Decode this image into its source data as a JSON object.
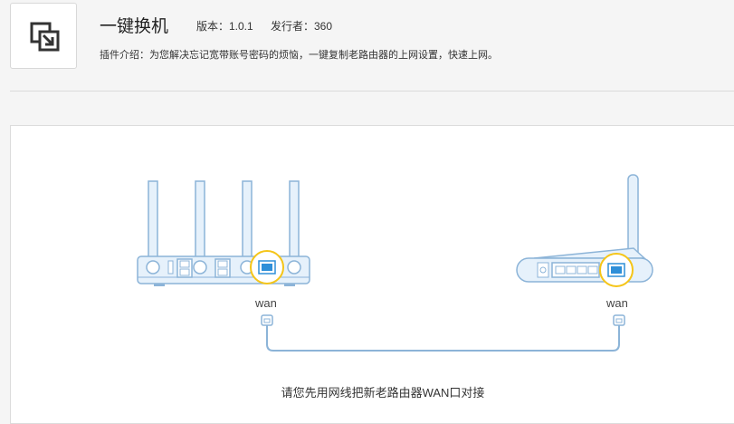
{
  "plugin": {
    "name": "一键换机",
    "version": "版本：1.0.1",
    "publisher": "发行者：360",
    "description": "插件介绍：为您解决忘记宽带账号密码的烦恼，一键复制老路由器的上网设置，快速上网。",
    "icon": "swap-arrow-icon"
  },
  "diagram": {
    "left_port_label": "wan",
    "right_port_label": "wan",
    "instruction": "请您先用网线把新老路由器WAN口对接",
    "colors": {
      "device_fill": "#e6f1fb",
      "device_stroke": "#8cb4d8",
      "port_fill": "#2f8fd8",
      "highlight_ring": "#f5c518",
      "cable": "#8cb4d8"
    }
  }
}
